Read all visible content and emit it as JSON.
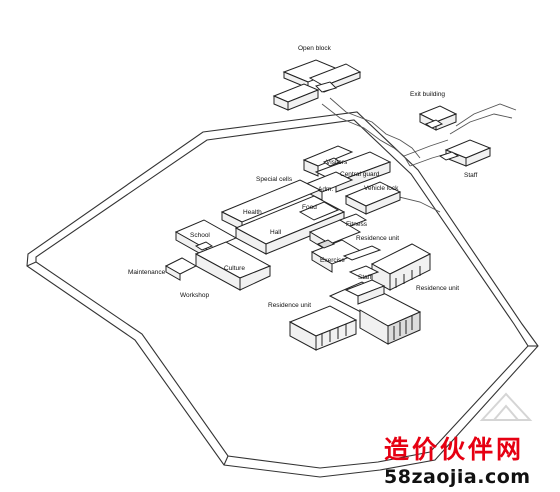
{
  "labels": {
    "open_block": "Open block",
    "exit_building": "Exit building",
    "visitors": "Visitors",
    "central_guard": "Central guard",
    "special_cells": "Special cells",
    "adm": "Adm.",
    "vehicle_lock": "Vehicle lock",
    "staff_top": "Staff",
    "food": "Food",
    "health": "Health",
    "fitness": "Fitness",
    "hall": "Hall",
    "school": "School",
    "residence_unit_upper": "Residence unit",
    "exercise": "Exercise",
    "culture": "Culture",
    "maintenance": "Maintenance",
    "staff_mid": "Staff",
    "residence_unit_right": "Residence unit",
    "workshop": "Workshop",
    "residence_unit_lower": "Residence unit"
  },
  "watermark": {
    "text_cn": "造价伙伴网",
    "url": "58zaojia.com",
    "brand_color": "#e60012"
  }
}
